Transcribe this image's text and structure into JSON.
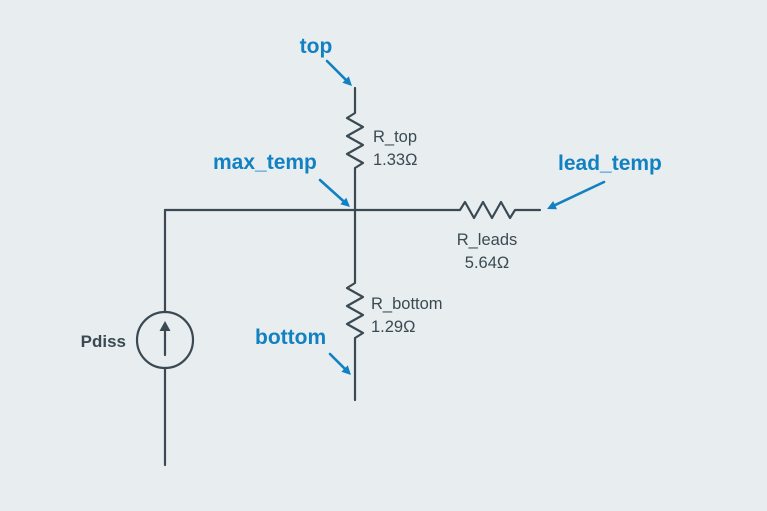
{
  "colors": {
    "background": "#e8edf0",
    "wire": "#3b4a52",
    "accent": "#1181c2",
    "text": "#3b4a52"
  },
  "nodes": {
    "top": {
      "label": "top"
    },
    "max_temp": {
      "label": "max_temp"
    },
    "lead_temp": {
      "label": "lead_temp"
    },
    "bottom": {
      "label": "bottom"
    }
  },
  "components": {
    "r_top": {
      "name": "R_top",
      "value": "1.33Ω"
    },
    "r_leads": {
      "name": "R_leads",
      "value": "5.64Ω"
    },
    "r_bottom": {
      "name": "R_bottom",
      "value": "1.29Ω"
    },
    "source": {
      "name": "Pdiss"
    }
  }
}
